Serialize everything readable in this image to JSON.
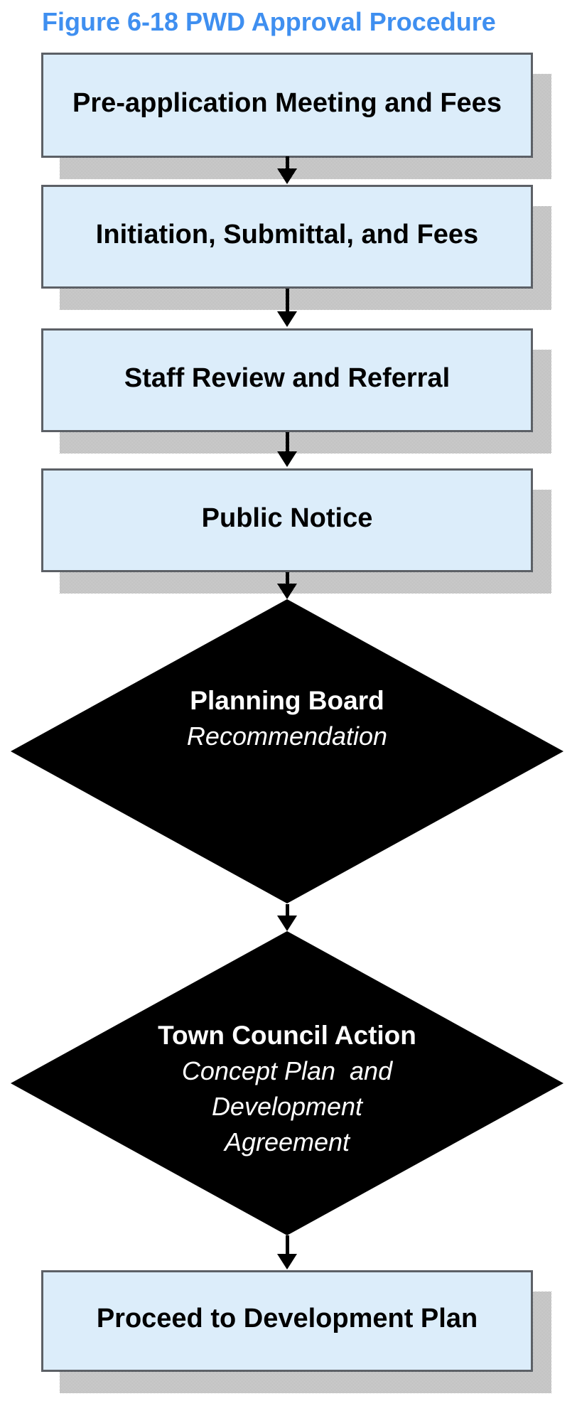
{
  "figure": {
    "title": "Figure 6-18 PWD Approval Procedure"
  },
  "flow": {
    "boxes": [
      {
        "label": "Pre-application Meeting and Fees"
      },
      {
        "label": "Initiation, Submittal, and Fees"
      },
      {
        "label": "Staff Review and Referral"
      },
      {
        "label": "Public Notice"
      },
      {
        "label": "Proceed to Development Plan"
      }
    ],
    "diamonds": [
      {
        "title": "Planning Board",
        "subtitle_lines": [
          "Recommendation"
        ]
      },
      {
        "title": "Town Council Action",
        "subtitle_lines": [
          "Concept Plan  and",
          "Development",
          "Agreement"
        ]
      }
    ]
  },
  "colors": {
    "title_blue": "#3F8FF0",
    "box_fill": "#DCEDFA",
    "box_border": "#5C6066",
    "shadow_gray": "#8D8D8D",
    "diamond_fill": "#000000",
    "diamond_text": "#FFFFFF",
    "arrow_black": "#000000"
  }
}
